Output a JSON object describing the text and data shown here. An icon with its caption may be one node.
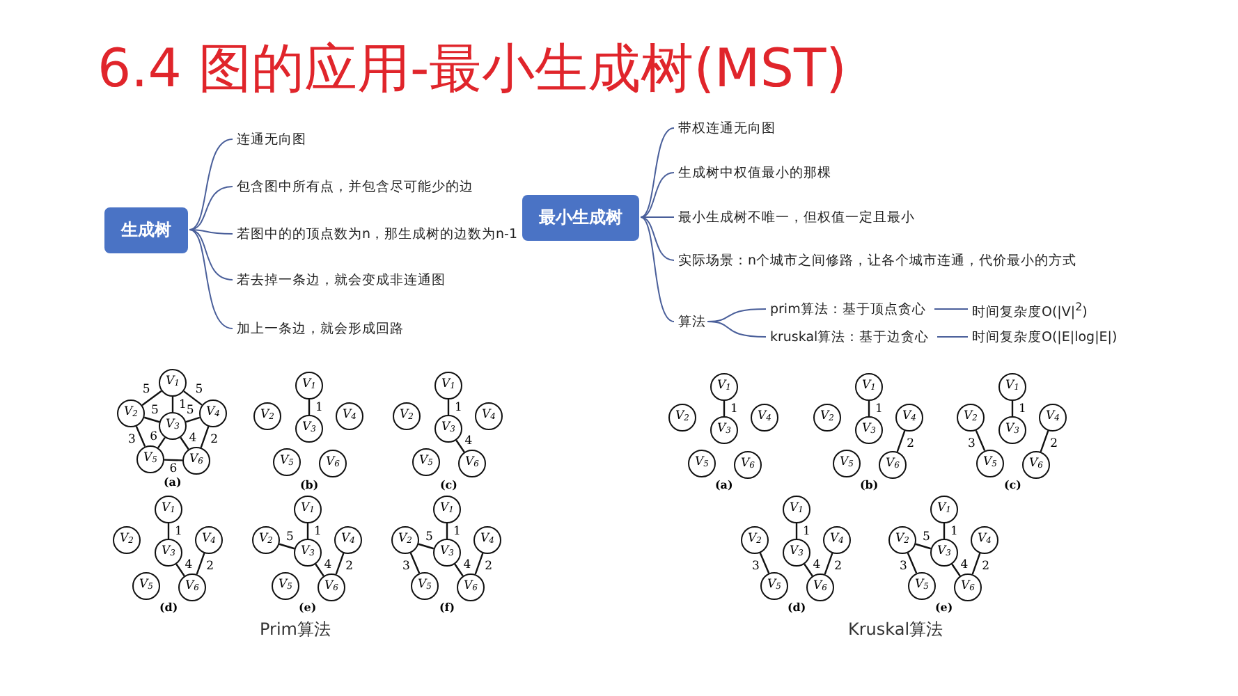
{
  "diagram": {
    "title": "6.4 图的应用-最小生成树(MST)",
    "nodes": [
      {
        "text": [
          "生成树"
        ]
      },
      {
        "text": [
          "连通无向图"
        ]
      },
      {
        "text": [
          "包含图中所有点，并包含尽可能少的边"
        ]
      },
      {
        "text": [
          "若图中的的顶点数为n，那生成树的边数为n-1"
        ]
      },
      {
        "text": [
          "若去掉一条边，就会变成非连通图"
        ]
      },
      {
        "text": [
          "加上一条边，就会形成回路"
        ]
      },
      {
        "text": [
          "最小生成树"
        ]
      },
      {
        "text": [
          "带权连通无向图"
        ]
      },
      {
        "text": [
          "生成树中权值最小的那棵"
        ]
      },
      {
        "text": [
          "最小生成树不唯一，但权值一定且最小"
        ]
      },
      {
        "text": [
          "实际场景：n个城市之间修路，让各个城市连通，代价最小的方式"
        ]
      },
      {
        "text": [
          "算法"
        ]
      },
      {
        "text": [
          "prim算法：基于顶点贪心"
        ]
      },
      {
        "text": [
          "kruskal算法：基于边贪心"
        ]
      },
      {
        "text": [
          "时间复杂度O(|V|$^{2}$)"
        ]
      },
      {
        "text": [
          "时间复杂度O(|E|log|E|)"
        ]
      },
      {
        "text": [
          "V$_{1}$"
        ]
      },
      {
        "text": [
          "V$_{2}$"
        ]
      },
      {
        "text": [
          "V$_{3}$"
        ]
      },
      {
        "text": [
          "V$_{4}$"
        ]
      },
      {
        "text": [
          "V$_{5}$"
        ]
      },
      {
        "text": [
          "V$_{6}$"
        ]
      },
      {
        "text": [
          "V$_{1}$"
        ]
      },
      {
        "text": [
          "V$_{2}$"
        ]
      },
      {
        "text": [
          "V$_{3}$"
        ]
      },
      {
        "text": [
          "V$_{4}$"
        ]
      },
      {
        "text": [
          "V$_{5}$"
        ]
      },
      {
        "text": [
          "V$_{6}$"
        ]
      },
      {
        "text": [
          "V$_{1}$"
        ]
      },
      {
        "text": [
          "V$_{2}$"
        ]
      },
      {
        "text": [
          "V$_{3}$"
        ]
      },
      {
        "text": [
          "V$_{4}$"
        ]
      },
      {
        "text": [
          "V$_{5}$"
        ]
      },
      {
        "text": [
          "V$_{6}$"
        ]
      },
      {
        "text": [
          "V$_{1}$"
        ]
      },
      {
        "text": [
          "V$_{2}$"
        ]
      },
      {
        "text": [
          "V$_{3}$"
        ]
      },
      {
        "text": [
          "V$_{4}$"
        ]
      },
      {
        "text": [
          "V$_{5}$"
        ]
      },
      {
        "text": [
          "V$_{6}$"
        ]
      },
      {
        "text": [
          "V$_{1}$"
        ]
      },
      {
        "text": [
          "V$_{2}$"
        ]
      },
      {
        "text": [
          "V$_{3}$"
        ]
      },
      {
        "text": [
          "V$_{4}$"
        ]
      },
      {
        "text": [
          "V$_{5}$"
        ]
      },
      {
        "text": [
          "V$_{6}$"
        ]
      },
      {
        "text": [
          "V$_{1}$"
        ]
      },
      {
        "text": [
          "V$_{2}$"
        ]
      },
      {
        "text": [
          "V$_{3}$"
        ]
      },
      {
        "text": [
          "V$_{4}$"
        ]
      },
      {
        "text": [
          "V$_{5}$"
        ]
      },
      {
        "text": [
          "V$_{6}$"
        ]
      },
      {
        "text": [
          "V$_{1}$"
        ]
      },
      {
        "text": [
          "V$_{2}$"
        ]
      },
      {
        "text": [
          "V$_{3}$"
        ]
      },
      {
        "text": [
          "V$_{4}$"
        ]
      },
      {
        "text": [
          "V$_{5}$"
        ]
      },
      {
        "text": [
          "V$_{6}$"
        ]
      },
      {
        "text": [
          "V$_{1}$"
        ]
      },
      {
        "text": [
          "V$_{2}$"
        ]
      },
      {
        "text": [
          "V$_{3}$"
        ]
      },
      {
        "text": [
          "V$_{4}$"
        ]
      },
      {
        "text": [
          "V$_{5}$"
        ]
      },
      {
        "text": [
          "V$_{6}$"
        ]
      },
      {
        "text": [
          "V$_{1}$"
        ]
      },
      {
        "text": [
          "V$_{2}$"
        ]
      },
      {
        "text": [
          "V$_{3}$"
        ]
      },
      {
        "text": [
          "V$_{4}$"
        ]
      },
      {
        "text": [
          "V$_{5}$"
        ]
      },
      {
        "text": [
          "V$_{6}$"
        ]
      },
      {
        "text": [
          "V$_{1}$"
        ]
      },
      {
        "text": [
          "V$_{2}$"
        ]
      },
      {
        "text": [
          "V$_{3}$"
        ]
      },
      {
        "text": [
          "V$_{4}$"
        ]
      },
      {
        "text": [
          "V$_{5}$"
        ]
      },
      {
        "text": [
          "V$_{6}$"
        ]
      },
      {
        "text": [
          "V$_{1}$"
        ]
      },
      {
        "text": [
          "V$_{2}$"
        ]
      },
      {
        "text": [
          "V$_{3}$"
        ]
      },
      {
        "text": [
          "V$_{4}$"
        ]
      },
      {
        "text": [
          "V$_{5}$"
        ]
      },
      {
        "text": [
          "V$_{6}$"
        ]
      }
    ],
    "edges": [
      {
        "from": 0,
        "to": 1,
        "arrow": "none",
        "color": "#4a5f9a"
      },
      {
        "from": 0,
        "to": 2,
        "arrow": "none",
        "color": "#4a5f9a"
      },
      {
        "from": 0,
        "to": 3,
        "arrow": "none",
        "color": "#4a5f9a"
      },
      {
        "from": 0,
        "to": 4,
        "arrow": "none",
        "color": "#4a5f9a"
      },
      {
        "from": 0,
        "to": 5,
        "arrow": "none",
        "color": "#4a5f9a"
      },
      {
        "from": 6,
        "to": 7,
        "arrow": "none",
        "color": "#4a5f9a"
      },
      {
        "from": 6,
        "to": 8,
        "arrow": "none",
        "color": "#4a5f9a"
      },
      {
        "from": 6,
        "to": 9,
        "arrow": "none",
        "color": "#4a5f9a"
      },
      {
        "from": 6,
        "to": 10,
        "arrow": "none",
        "color": "#4a5f9a"
      },
      {
        "from": 6,
        "to": 11,
        "arrow": "none",
        "color": "#4a5f9a"
      },
      {
        "from": 11,
        "to": 12,
        "arrow": "none",
        "color": "#4a5f9a"
      },
      {
        "from": 11,
        "to": 13,
        "arrow": "none",
        "color": "#4a5f9a"
      },
      {
        "from": 12,
        "to": 14,
        "arrow": "none",
        "color": "#4a5f9a"
      },
      {
        "from": 13,
        "to": 15,
        "arrow": "none",
        "color": "#4a5f9a"
      },
      {
        "from": 16,
        "to": 17,
        "label": "5",
        "arrow": "none"
      },
      {
        "from": 16,
        "to": 18,
        "label": "1",
        "arrow": "none"
      },
      {
        "from": 16,
        "to": 19,
        "label": "5",
        "arrow": "none"
      },
      {
        "from": 17,
        "to": 18,
        "label": "5",
        "arrow": "none"
      },
      {
        "from": 18,
        "to": 19,
        "label": "5",
        "arrow": "none"
      },
      {
        "from": 17,
        "to": 20,
        "label": "3",
        "arrow": "none"
      },
      {
        "from": 18,
        "to": 20,
        "label": "6",
        "arrow": "none"
      },
      {
        "from": 18,
        "to": 21,
        "label": "4",
        "arrow": "none"
      },
      {
        "from": 19,
        "to": 21,
        "label": "2",
        "arrow": "none"
      },
      {
        "from": 20,
        "to": 21,
        "label": "6",
        "arrow": "none"
      },
      {
        "from": 22,
        "to": 24,
        "label": "1",
        "arrow": "none"
      },
      {
        "from": 28,
        "to": 30,
        "label": "1",
        "arrow": "none"
      },
      {
        "from": 30,
        "to": 33,
        "label": "4",
        "arrow": "none"
      },
      {
        "from": 34,
        "to": 36,
        "label": "1",
        "arrow": "none"
      },
      {
        "from": 36,
        "to": 39,
        "label": "4",
        "arrow": "none"
      },
      {
        "from": 37,
        "to": 39,
        "label": "2",
        "arrow": "none"
      },
      {
        "from": 40,
        "to": 42,
        "label": "1",
        "arrow": "none"
      },
      {
        "from": 42,
        "to": 45,
        "label": "4",
        "arrow": "none"
      },
      {
        "from": 43,
        "to": 45,
        "label": "2",
        "arrow": "none"
      },
      {
        "from": 41,
        "to": 42,
        "label": "5",
        "arrow": "none"
      },
      {
        "from": 46,
        "to": 48,
        "label": "1",
        "arrow": "none"
      },
      {
        "from": 48,
        "to": 51,
        "label": "4",
        "arrow": "none"
      },
      {
        "from": 49,
        "to": 51,
        "label": "2",
        "arrow": "none"
      },
      {
        "from": 47,
        "to": 48,
        "label": "5",
        "arrow": "none"
      },
      {
        "from": 47,
        "to": 50,
        "label": "3",
        "arrow": "none"
      },
      {
        "from": 52,
        "to": 54,
        "label": "1",
        "arrow": "none"
      },
      {
        "from": 58,
        "to": 60,
        "label": "1",
        "arrow": "none"
      },
      {
        "from": 61,
        "to": 63,
        "label": "2",
        "arrow": "none"
      },
      {
        "from": 64,
        "to": 66,
        "label": "1",
        "arrow": "none"
      },
      {
        "from": 65,
        "to": 68,
        "label": "3",
        "arrow": "none"
      },
      {
        "from": 67,
        "to": 69,
        "label": "2",
        "arrow": "none"
      },
      {
        "from": 70,
        "to": 72,
        "label": "1",
        "arrow": "none"
      },
      {
        "from": 71,
        "to": 74,
        "label": "3",
        "arrow": "none"
      },
      {
        "from": 72,
        "to": 75,
        "label": "4",
        "arrow": "none"
      },
      {
        "from": 73,
        "to": 75,
        "label": "2",
        "arrow": "none"
      },
      {
        "from": 76,
        "to": 78,
        "label": "1",
        "arrow": "none"
      },
      {
        "from": 77,
        "to": 80,
        "label": "3",
        "arrow": "none"
      },
      {
        "from": 78,
        "to": 81,
        "label": "4",
        "arrow": "none"
      },
      {
        "from": 79,
        "to": 81,
        "label": "2",
        "arrow": "none"
      },
      {
        "from": 77,
        "to": 78,
        "label": "5",
        "arrow": "none"
      }
    ],
    "labels": [
      "(a)",
      "(b)",
      "(c)",
      "(a)",
      "(b)",
      "(c)",
      "(d)",
      "(e)",
      "(f)",
      "(d)",
      "(e)",
      "Prim算法",
      "Kruskal算法"
    ]
  }
}
